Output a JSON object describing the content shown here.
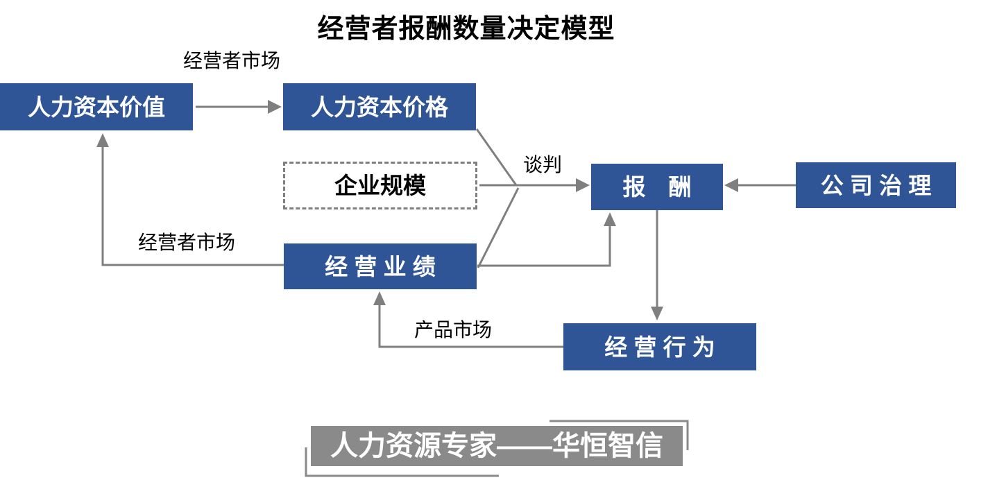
{
  "title": "经营者报酬数量决定模型",
  "colors": {
    "node_blue": "#2F5597",
    "node_text": "#FFFFFF",
    "line_gray": "#7F7F7F",
    "banner_gray": "#8A8A8A",
    "title_black": "#000000"
  },
  "nodes": {
    "human_capital_value": {
      "label": "人力资本价值"
    },
    "human_capital_price": {
      "label": "人力资本价格"
    },
    "enterprise_scale": {
      "label": "企业规模"
    },
    "compensation": {
      "label": "报　酬"
    },
    "corporate_governance": {
      "label": "公 司 治 理"
    },
    "business_performance": {
      "label": "经 营 业 绩"
    },
    "business_behavior": {
      "label": "经 营 行 为"
    }
  },
  "edge_labels": {
    "operator_market_top": "经营者市场",
    "negotiation": "谈判",
    "operator_market_left": "经营者市场",
    "product_market": "产品市场"
  },
  "watermark": {
    "text": "人力资源专家——华恒智信"
  }
}
